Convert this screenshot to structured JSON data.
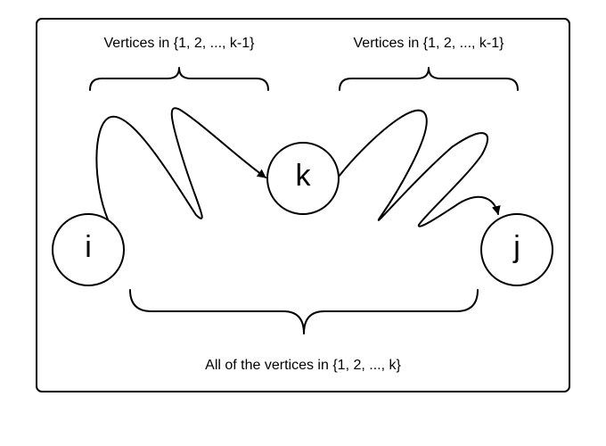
{
  "nodes": {
    "i": "i",
    "k": "k",
    "j": "j"
  },
  "captions": {
    "left_range": "Vertices in {1, 2, ..., k-1}",
    "right_range": "Vertices in {1, 2, ..., k-1}",
    "full_range": "All of the vertices in {1, 2, ..., k}"
  },
  "colors": {
    "stroke": "#000000",
    "background": "#ffffff"
  }
}
